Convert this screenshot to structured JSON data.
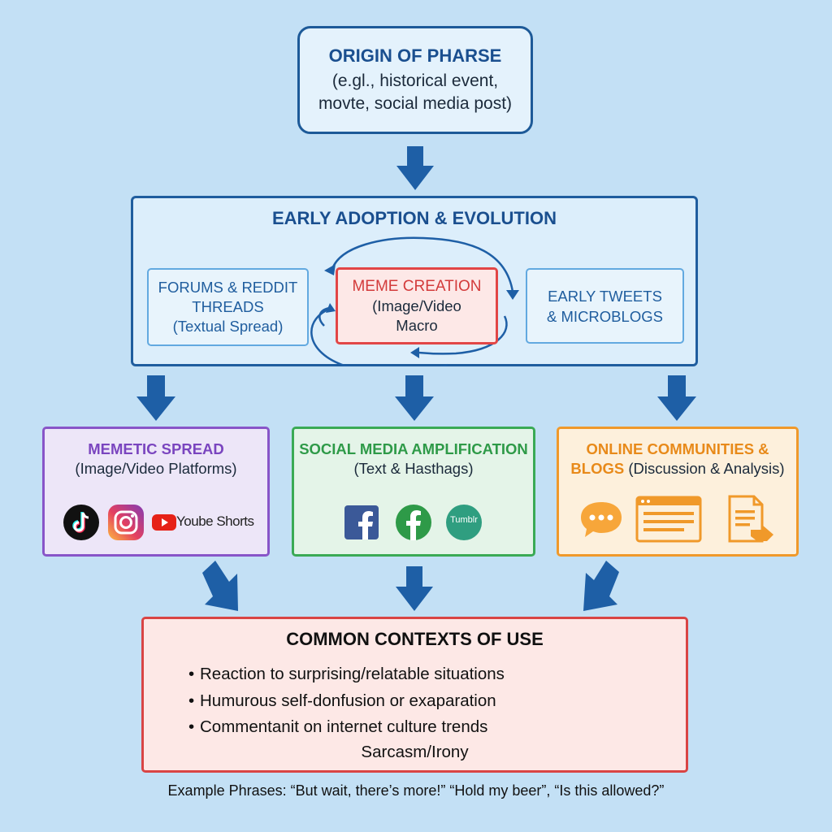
{
  "origin": {
    "title": "ORIGIN OF PHARSE",
    "line2": "(e.gl., historical event,",
    "line3": "movte, social media post)"
  },
  "early": {
    "title": "EARLY ADOPTION & EVOLUTION",
    "forums": {
      "line1": "FORUMS & REDDIT",
      "line2": "THREADS",
      "line3": "(Textual Spread)"
    },
    "meme": {
      "line1": "MEME CREATION",
      "line2": "(Image/Video",
      "line3": "Macro"
    },
    "tweets": {
      "line1": "EARLY TWEETS",
      "line2": "& MICROBLOGS"
    }
  },
  "memetic": {
    "title": "MEMETIC SPREAD",
    "subtitle": "(Image/Video Platforms)",
    "youtube_label": "Yoube Shorts",
    "icons": [
      "tiktok-icon",
      "instagram-icon",
      "youtube-icon"
    ]
  },
  "social": {
    "title": "SOCIAL MEDIA AMPLIFICATION",
    "subtitle": "(Text & Hasthags)",
    "tumblr_label": "Tumblr",
    "icons": [
      "facebook-square-icon",
      "facebook-circle-icon",
      "tumblr-icon"
    ]
  },
  "online": {
    "title": "ONLINE COMMUNITIES &",
    "subtitle_orange": "BLOGS",
    "subtitle_rest": " (Discussion & Analysis)",
    "icons": [
      "chat-bubble-icon",
      "browser-window-icon",
      "document-icon"
    ]
  },
  "common": {
    "title": "COMMON CONTEXTS OF USE",
    "bullets": [
      "Reaction to surprising/relatable situations",
      "Humurous self-donfusion or exaparation",
      "Commentanit on internet culture trends"
    ],
    "extra": "Sarcasm/Irony"
  },
  "examples": "Example Phrases: “But wait, there’s more!” “Hold my beer”, “Is this allowed?”",
  "colors": {
    "background": "#c3e0f5",
    "arrow": "#1e5fa6",
    "blue_border": "#1f5d9e",
    "red": "#e24646",
    "purple": "#8855c8",
    "green": "#3aaa55",
    "orange": "#f0992a"
  }
}
